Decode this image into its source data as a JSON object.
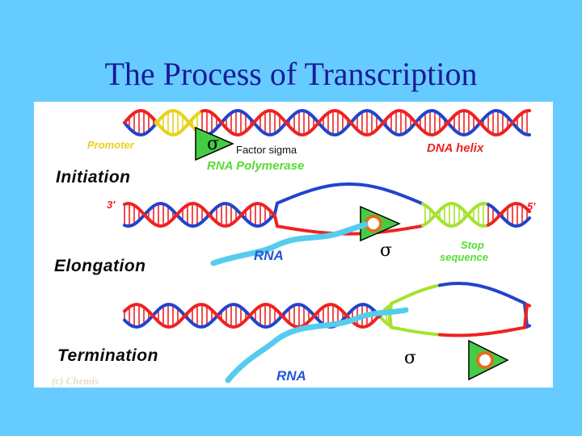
{
  "title": "The Process of Transcription",
  "diagram": {
    "labels": {
      "promoter": "Promoter",
      "factor_sigma": "Factor sigma",
      "dna_helix": "DNA helix",
      "rna_polymerase": "RNA Polymerase",
      "initiation": "Initiation",
      "three_prime": "3'",
      "five_prime": "5'",
      "rna_elongation": "RNA",
      "stop": "Stop",
      "sequence": "sequence",
      "elongation": "Elongation",
      "termination": "Termination",
      "rna_termination": "RNA",
      "credit": "(c) Chemis",
      "sigma_symbol": "σ"
    },
    "colors": {
      "background": "#66ccff",
      "title": "#1a1a99",
      "dna_red": "#ee2222",
      "dna_blue": "#2244cc",
      "promoter_yellow": "#e8d21a",
      "stop_green": "#a6e22e",
      "rna_cyan": "#55ccee",
      "polymerase_green": "#44cc44"
    }
  }
}
